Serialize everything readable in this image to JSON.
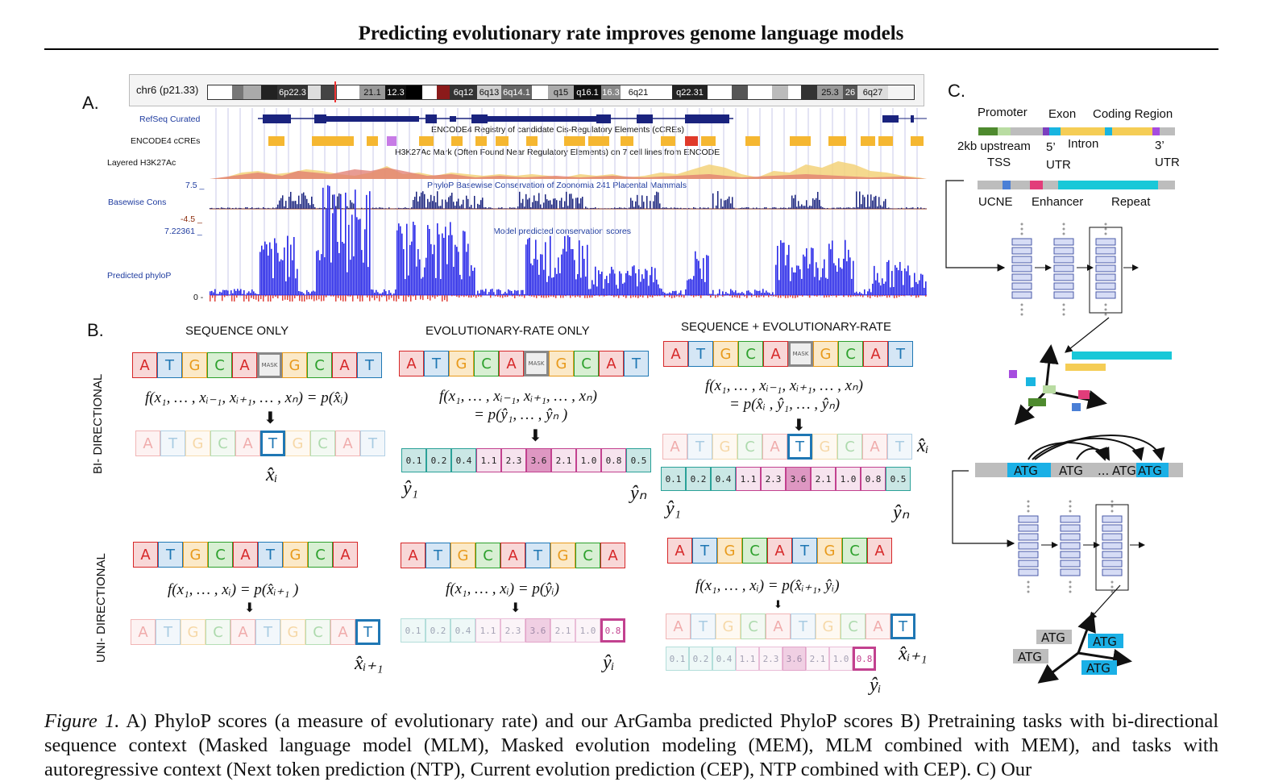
{
  "title": "Predicting evolutionary rate improves genome language models",
  "panel_labels": {
    "a": "A.",
    "b": "B.",
    "c": "C."
  },
  "panel_a": {
    "chromosome": "chr6 (p21.33)",
    "bands": [
      "6p22.3",
      "21.1",
      "12.3",
      "6q12",
      "6q13",
      "6q14.1",
      "q15",
      "q16.1",
      "16.3",
      "6q21",
      "q22.31",
      "25.3",
      "26",
      "6q27"
    ],
    "tracks": {
      "refseq": "RefSeq Curated",
      "encode_label": "ENCODE4 cCREs",
      "encode_title": "ENCODE4 Registry of candidate Cis-Regulatory Elements (cCREs)",
      "h3k27_label": "Layered H3K27Ac",
      "h3k27_title": "H3K27Ac Mark (Often Found Near Regulatory Elements) on 7 cell lines from ENCODE",
      "cons_label": "Basewise Cons",
      "cons_title": "PhyloP Basewise Conservation of Zoonomia 241 Placental Mammals",
      "cons_max": "7.5 _",
      "cons_min": "-4.5 _",
      "pred_max": "7.22361 _",
      "pred_title": "Model predicted conservation scores",
      "pred_label": "Predicted phyloP",
      "pred_zero": "0 -"
    }
  },
  "panel_b": {
    "col_headers": [
      "SEQUENCE ONLY",
      "EVOLUTIONARY-RATE ONLY",
      "SEQUENCE + EVOLUTIONARY-RATE"
    ],
    "row_labels": [
      "BI- DIRECTIONAL",
      "UNI- DIRECTIONAL"
    ],
    "mask_label": "MASK",
    "bases_bi": [
      "A",
      "T",
      "G",
      "C",
      "A",
      "MASK",
      "G",
      "C",
      "A",
      "T"
    ],
    "bases_bi_out": [
      "A",
      "T",
      "G",
      "C",
      "A",
      "T",
      "G",
      "C",
      "A",
      "T"
    ],
    "bases_uni": [
      "A",
      "T",
      "G",
      "C",
      "A",
      "T",
      "G",
      "C",
      "A"
    ],
    "bases_uni_out": [
      "A",
      "T",
      "G",
      "C",
      "A",
      "T",
      "G",
      "C",
      "A",
      "T"
    ],
    "scores": [
      "0.1",
      "0.2",
      "0.4",
      "1.1",
      "2.3",
      "3.6",
      "2.1",
      "1.0",
      "0.8",
      "0.5"
    ],
    "scores_uni": [
      "0.1",
      "0.2",
      "0.4",
      "1.1",
      "2.3",
      "3.6",
      "2.1",
      "1.0",
      "0.8"
    ],
    "formulas": {
      "seq_bi": "f(x₁, … , xᵢ₋₁, xᵢ₊₁, … , xₙ) = p(x̂ᵢ)",
      "evo_bi_1": "f(x₁, … , xᵢ₋₁, xᵢ₊₁, … , xₙ)",
      "evo_bi_2": "= p(ŷ₁, … , ŷₙ )",
      "both_bi_1": "f(x₁, … , xᵢ₋₁, xᵢ₊₁, … , xₙ)",
      "both_bi_2": "= p(x̂ᵢ , ŷ₁, … , ŷₙ)",
      "seq_uni": "f(x₁, … , xᵢ) = p(x̂ᵢ₊₁ )",
      "evo_uni": "f(x₁, … , xᵢ) = p(ŷᵢ)",
      "both_uni": "f(x₁, … , xᵢ) = p(x̂ᵢ₊₁, ŷᵢ)"
    },
    "symbols": {
      "xi": "x̂ᵢ",
      "y1": "ŷ₁",
      "yn": "ŷₙ",
      "xi1": "x̂ᵢ₊₁",
      "yi": "ŷᵢ"
    }
  },
  "panel_c": {
    "top_labels": {
      "promoter": "Promoter",
      "exon": "Exon",
      "coding": "Coding Region",
      "upstream": "2kb upstream",
      "tss": "TSS",
      "five": "5’",
      "utr5": "UTR",
      "intron": "Intron",
      "three": "3’",
      "utr3": "UTR"
    },
    "mid_labels": {
      "ucne": "UCNE",
      "enhancer": "Enhancer",
      "repeat": "Repeat"
    },
    "atg": "ATG",
    "ellipsis": "..."
  },
  "caption": {
    "fig": "Figure 1.",
    "text": " A) PhyloP scores (a measure of evolutionary rate) and our ArGamba predicted PhyloP scores B) Pretraining tasks with bi-directional sequence context (Masked language model (MLM), Masked evolution modeling (MEM), MLM combined with MEM), and tasks with autoregressive context (Next token prediction (NTP), Current evolution prediction (CEP), NTP combined with CEP). C) Our"
  },
  "colors": {
    "A": "#d62728",
    "T": "#1f77b4",
    "G": "#e89a1c",
    "C": "#2ca02c",
    "mask": "#888888"
  }
}
